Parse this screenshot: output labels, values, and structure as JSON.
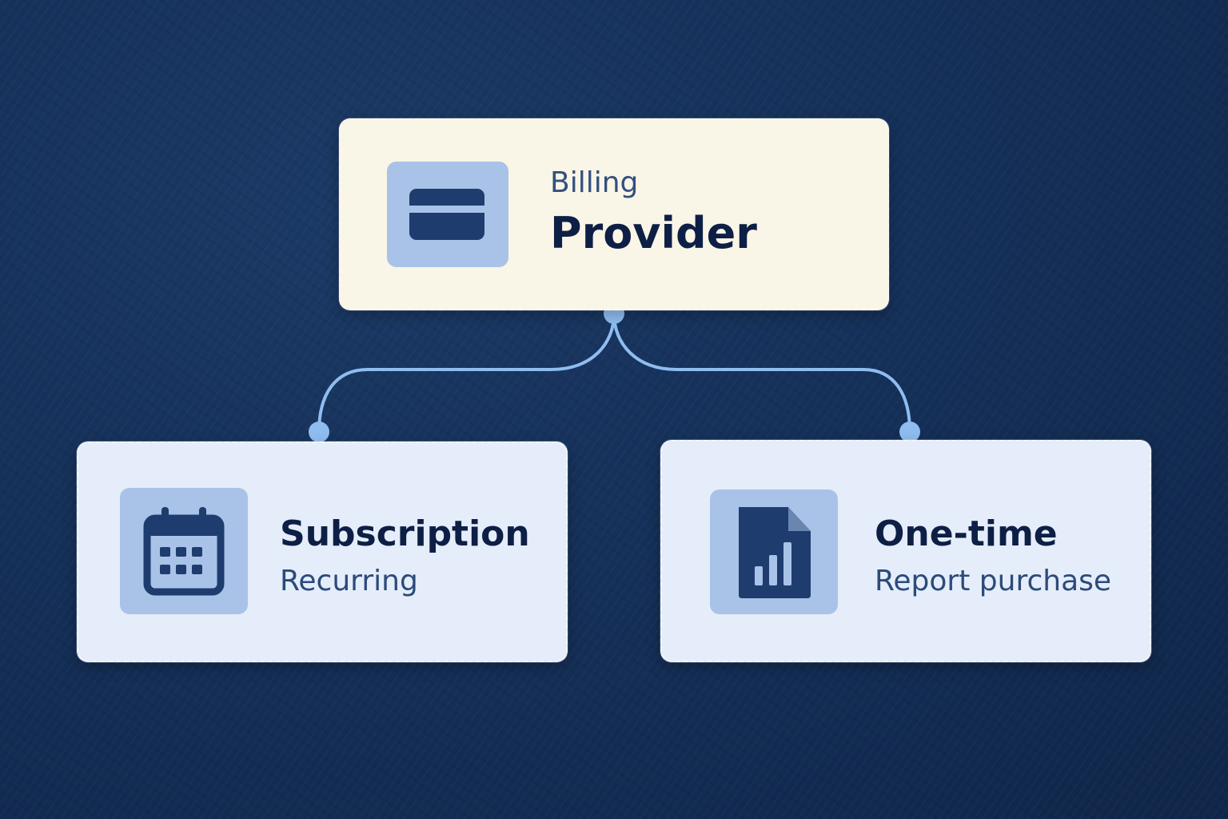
{
  "colors": {
    "background": "#163057",
    "connector": "#8fbdf0",
    "provider_card": "#f9f5e7",
    "child_card": "#e4edf9",
    "icon_tile": "#a9c3e8",
    "icon_glyph": "#1e3c6e",
    "title_text": "#0e1f45",
    "subtitle_text": "#2c4a7a"
  },
  "provider": {
    "eyebrow": "Billing",
    "title": "Provider",
    "icon": "credit-card-icon"
  },
  "children": [
    {
      "title": "Subscription",
      "subtitle": "Recurring",
      "icon": "calendar-icon"
    },
    {
      "title": "One-time",
      "subtitle": "Report purchase",
      "icon": "report-chart-icon"
    }
  ]
}
